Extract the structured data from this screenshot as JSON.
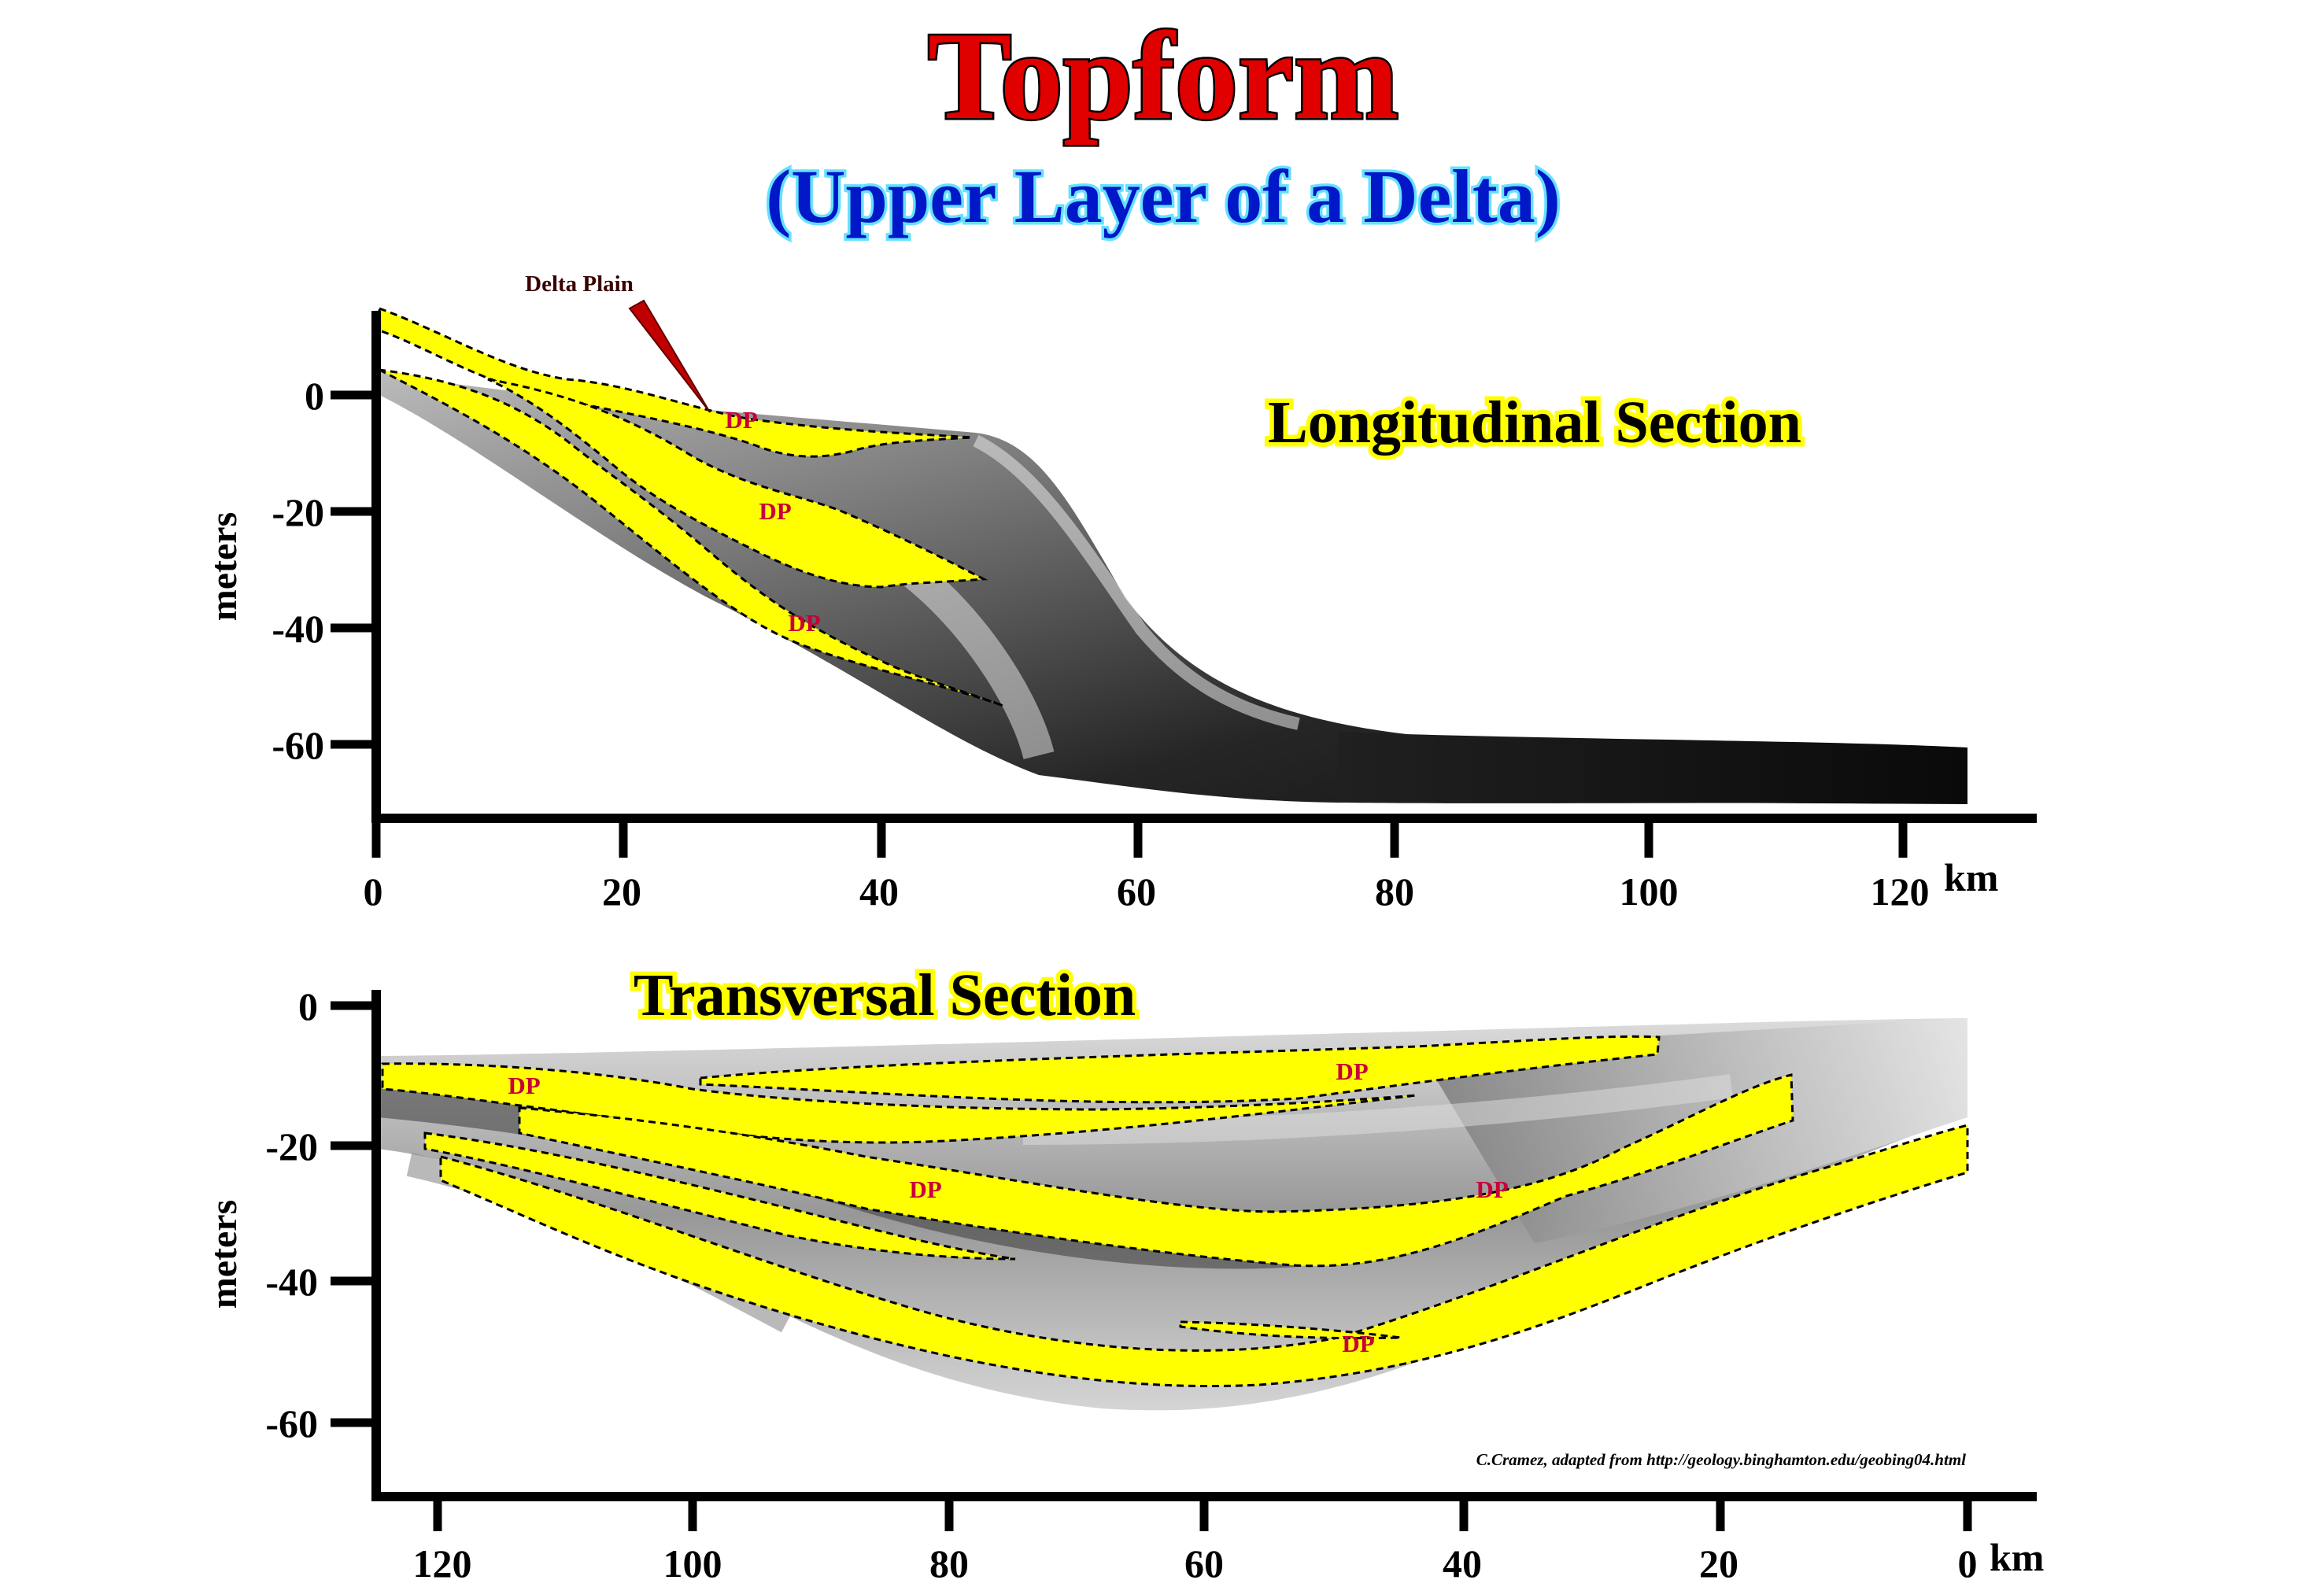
{
  "title": "Topform",
  "subtitle": "(Upper Layer of a Delta)",
  "colors": {
    "layer_fill": "#ffff00",
    "layer_outline": "#000000",
    "title_red": "#e00000",
    "subtitle_blue": "#0018c8",
    "dp_label": "#c8003a"
  },
  "longitudinal": {
    "title": "Longitudinal Section",
    "ylabel": "meters",
    "x_unit": "km",
    "x_ticks": [
      "0",
      "20",
      "40",
      "60",
      "80",
      "100",
      "120"
    ],
    "y_ticks": [
      "0",
      "-20",
      "-40",
      "-60"
    ],
    "callout": "Delta Plain",
    "dp_labels": [
      "DP",
      "DP",
      "DP"
    ]
  },
  "transversal": {
    "title": "Transversal Section",
    "ylabel": "meters",
    "x_unit": "km",
    "x_ticks": [
      "120",
      "100",
      "80",
      "60",
      "40",
      "20",
      "0"
    ],
    "y_ticks": [
      "0",
      "-20",
      "-40",
      "-60"
    ],
    "dp_labels": [
      "DP",
      "DP",
      "DP",
      "DP",
      "DP"
    ]
  },
  "credit": "C.Cramez, adapted from http://geology.binghamton.edu/geobing04.html"
}
